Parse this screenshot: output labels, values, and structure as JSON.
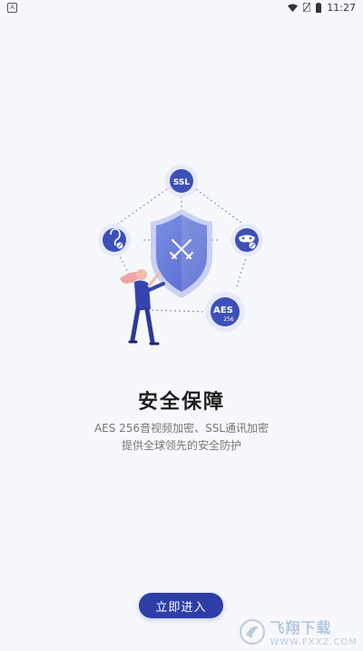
{
  "status_bar": {
    "time": "11:27",
    "app_badge": "A"
  },
  "content": {
    "illustration": {
      "ssl_label": "SSL",
      "aes_label": "AES",
      "aes_sub": "256"
    },
    "title": "安全保障",
    "description_lines": [
      "AES 256音视频加密、SSL通讯加密",
      "提供全球领先的安全防护"
    ]
  },
  "actions": {
    "enter_label": "立即进入"
  },
  "watermark": {
    "main": "飞翔下载",
    "sub": "WWW.FXXZ.COM"
  },
  "colors": {
    "accent": "#2d3fa7",
    "background": "#f7f8fb",
    "shield": "#5b72d6"
  }
}
